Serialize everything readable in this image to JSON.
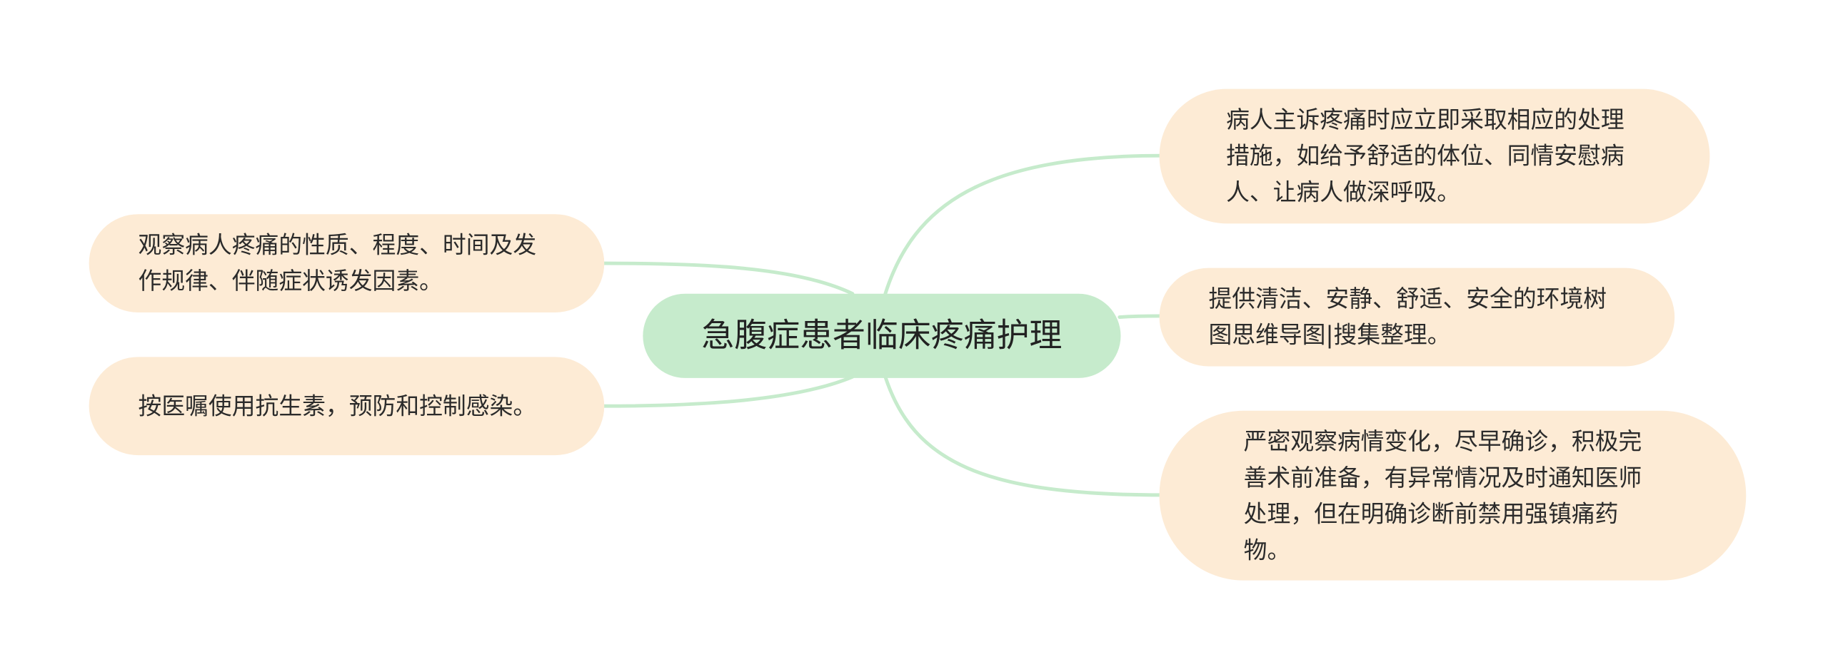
{
  "colors": {
    "root_fill": "#c6ebcc",
    "leaf_fill": "#fdebd5",
    "connector": "#c6ebcc",
    "text": "#2b2b2b"
  },
  "mindmap": {
    "root": {
      "text": "急腹症患者临床疼痛护理"
    },
    "right_branches": [
      {
        "text": "病人主诉疼痛时应立即采取相应的处理措施，如给予舒适的体位、同情安慰病人、让病人做深呼吸。"
      },
      {
        "text": "提供清洁、安静、舒适、安全的环境树图思维导图|搜集整理。"
      },
      {
        "text": "严密观察病情变化，尽早确诊，积极完善术前准备，有异常情况及时通知医师处理，但在明确诊断前禁用强镇痛药物。"
      }
    ],
    "left_branches": [
      {
        "text": "观察病人疼痛的性质、程度、时间及发作规律、伴随症状诱发因素。"
      },
      {
        "text": "按医嘱使用抗生素，预防和控制感染。"
      }
    ]
  }
}
